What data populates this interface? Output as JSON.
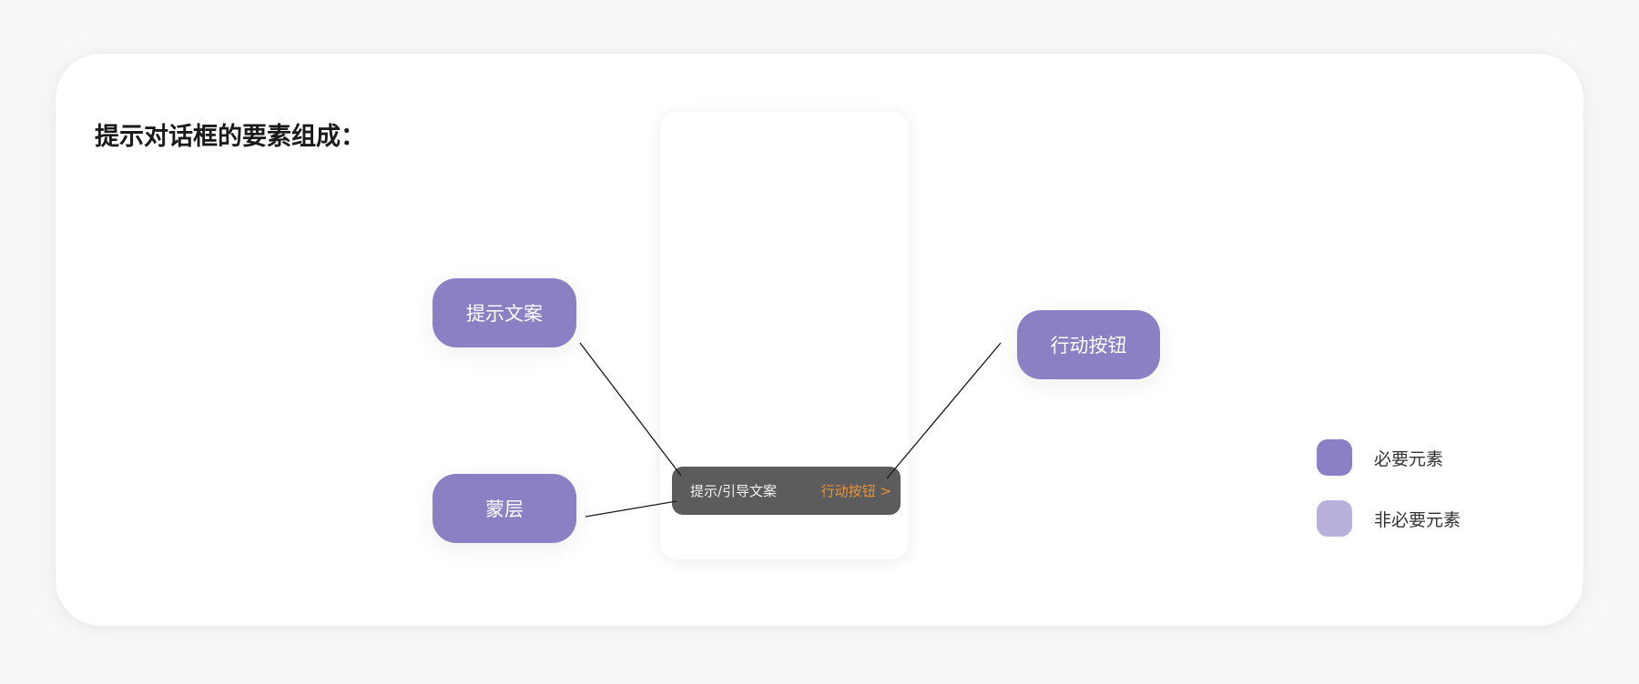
{
  "title": "提示对话框的要素组成：",
  "colors": {
    "required": "#8b80c4",
    "optional": "#b9b1dc",
    "toast_background": "#5c5c5c",
    "toast_text": "#f2f2f2",
    "toast_action": "#e8923a",
    "connector_line": "#1a1a1a"
  },
  "phone": {
    "toast": {
      "text": "提示/引导文案",
      "action": "行动按钮 >"
    }
  },
  "labels": {
    "tip_text": "提示文案",
    "mask": "蒙层",
    "action_button": "行动按钮"
  },
  "legend": {
    "items": [
      {
        "label": "必要元素",
        "color": "#8b80c4"
      },
      {
        "label": "非必要元素",
        "color": "#b9b1dc"
      }
    ]
  }
}
